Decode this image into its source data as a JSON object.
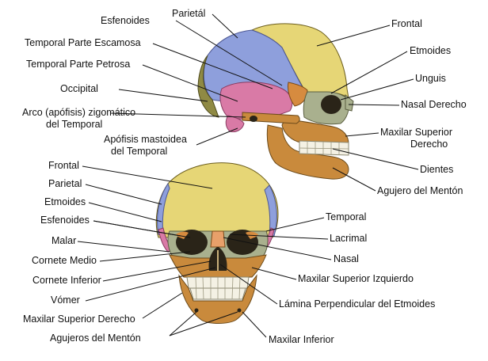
{
  "lateral_view": {
    "labels": {
      "parietal": "Parietál",
      "esfenoides": "Esfenoides",
      "frontal": "Frontal",
      "temporal_escamosa": "Temporal Parte Escamosa",
      "etmoides": "Etmoides",
      "temporal_petrosa": "Temporal Parte Petrosa",
      "unguis": "Unguis",
      "occipital": "Occipital",
      "nasal_derecho": "Nasal Derecho",
      "arco_line1": "Arco (apófisis) zigomático",
      "arco_line2": "del Temporal",
      "maxilar_sup_der_line1": "Maxilar Superior",
      "maxilar_sup_der_line2": "Derecho",
      "mastoidea_line1": "Apófisis mastoidea",
      "mastoidea_line2": "del Temporal",
      "dientes": "Dientes",
      "agujero_menton": "Agujero del Mentón"
    }
  },
  "frontal_view": {
    "labels": {
      "frontal": "Frontal",
      "parietal": "Parietal",
      "etmoides": "Etmoides",
      "esfenoides": "Esfenoides",
      "temporal": "Temporal",
      "malar": "Malar",
      "lacrimal": "Lacrimal",
      "cornete_medio": "Cornete Medio",
      "nasal": "Nasal",
      "cornete_inferior": "Cornete Inferior",
      "maxilar_sup_izq": "Maxilar Superior Izquierdo",
      "vomer": "Vómer",
      "lamina_perpendicular": "Lámina Perpendicular del Etmoides",
      "maxilar_sup_der": "Maxilar Superior Derecho",
      "agujeros_menton": "Agujeros del Mentón",
      "maxilar_inferior": "Maxilar Inferior"
    }
  },
  "colors": {
    "frontal_yellow": "#e6d676",
    "parietal_blue": "#8e9fdc",
    "temporal_pink": "#d97aa6",
    "mandible_tan": "#c98a3c",
    "sphenoid_orange": "#d68b3f",
    "nasal_gray": "#a9b08e",
    "teeth": "#f4f1e4",
    "shadow": "#2a2418"
  }
}
